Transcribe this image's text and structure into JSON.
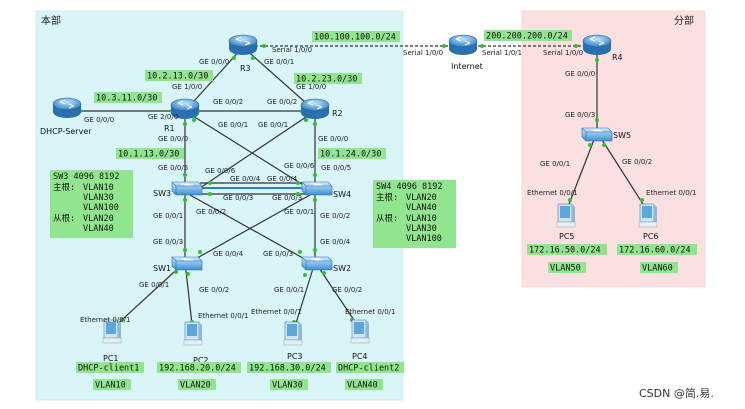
{
  "regions": {
    "hq": "本部",
    "branch": "分部"
  },
  "devices": {
    "r1": "R1",
    "r2": "R2",
    "r3": "R3",
    "r4": "R4",
    "internet": "Internet",
    "dhcp_server": "DHCP-Server",
    "sw1": "SW1",
    "sw2": "SW2",
    "sw3": "SW3",
    "sw4": "SW4",
    "sw5": "SW5",
    "pc1": "PC1",
    "pc2": "PC2",
    "pc3": "PC3",
    "pc4": "PC4",
    "pc5": "PC5",
    "pc6": "PC6"
  },
  "networks": {
    "n100": "100.100.100.0/24",
    "n200": "200.200.200.0/24",
    "n1013": "10.2.13.0/30",
    "n1023": "10.2.23.0/30",
    "n311": "10.3.11.0/30",
    "n113": "10.1.13.0/30",
    "n124": "10.1.24.0/30",
    "n20": "192.168.20.0/24",
    "n30": "192.168.30.0/24",
    "n50": "172.16.50.0/24",
    "n60": "172.16.60.0/24"
  },
  "pc_tags": {
    "pc1": "DHCP-client1",
    "pc4": "DHCP-client2"
  },
  "vlans": {
    "v10": "VLAN10",
    "v20": "VLAN20",
    "v30": "VLAN30",
    "v40": "VLAN40",
    "v50": "VLAN50",
    "v60": "VLAN60"
  },
  "stp_sw3": {
    "header": "SW3  4096  8192",
    "primary_label": "主根:",
    "primary": [
      "VLAN10",
      "VLAN30",
      "VLAN100"
    ],
    "secondary_label": "从根:",
    "secondary": [
      "VLAN20",
      "VLAN40"
    ]
  },
  "stp_sw4": {
    "header": "SW4  4096  8192",
    "primary_label": "主根:",
    "primary": [
      "VLAN20",
      "VLAN40"
    ],
    "secondary_label": "从根:",
    "secondary": [
      "VLAN10",
      "VLAN30",
      "VLAN100"
    ]
  },
  "ports": {
    "r3_ge000": "GE 0/0/0",
    "r3_ge001": "GE 0/0/1",
    "r3_s100": "Serial 1/0/0",
    "inet_s100": "Serial 1/0/0",
    "inet_s101": "Serial 1/0/1",
    "r4_s100": "Serial 1/0/0",
    "r4_ge000": "GE 0/0/0",
    "r1_ge100": "GE 1/0/0",
    "r1_ge200": "GE 2/0/0",
    "r1_ge002": "GE 0/0/2",
    "r1_ge001": "GE 0/0/1",
    "r1_ge000": "GE 0/0/0",
    "r2_ge100": "GE 1/0/0",
    "r2_ge002": "GE 0/0/2",
    "r2_ge001": "GE 0/0/1",
    "r2_ge000": "GE 0/0/0",
    "dhcp_ge000": "GE 0/0/0",
    "sw3_ge005": "GE 0/0/5",
    "sw3_ge006": "GE 0/0/6",
    "sw3_ge004": "GE 0/0/4",
    "sw3_ge003": "GE 0/0/3",
    "sw3_ge002": "GE 0/0/2",
    "sw3_ge001": "GE 0/0/1",
    "sw4_ge006": "GE 0/0/6",
    "sw4_ge005": "GE 0/0/5",
    "sw4_ge004": "GE 0/0/4",
    "sw4_ge003": "GE 0/0/3",
    "sw4_ge001": "GE 0/0/1",
    "sw4_ge002": "GE 0/0/2",
    "sw1_ge003": "GE 0/0/3",
    "sw1_ge004": "GE 0/0/4",
    "sw1_ge001": "GE 0/0/1",
    "sw1_ge002": "GE 0/0/2",
    "sw2_ge003": "GE 0/0/3",
    "sw2_ge004": "GE 0/0/4",
    "sw2_ge001": "GE 0/0/1",
    "sw2_ge002": "GE 0/0/2",
    "sw5_ge003": "GE 0/0/3",
    "sw5_ge001": "GE 0/0/1",
    "sw5_ge002": "GE 0/0/2",
    "pc1_eth": "Ethernet 0/0/1",
    "pc2_eth": "Ethernet 0/0/1",
    "pc3_eth": "Ethernet 0/0/1",
    "pc4_eth": "Ethernet 0/0/1",
    "pc5_eth": "Ethernet 0/0/1",
    "pc6_eth": "Ethernet 0/0/1"
  },
  "watermark": "CSDN @简.易.",
  "colors": {
    "hq_bg": "#d9f5f8",
    "branch_bg": "#fbe0e2",
    "label_bg": "#92e58f",
    "router": "#3c8fd0",
    "switch": "#4d9fd8"
  }
}
